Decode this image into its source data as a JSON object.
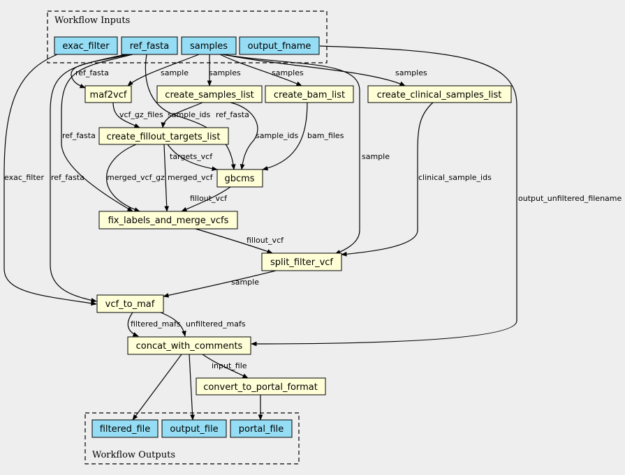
{
  "clusters": {
    "inputs_label": "Workflow Inputs",
    "outputs_label": "Workflow Outputs"
  },
  "nodes": {
    "exac_filter": "exac_filter",
    "ref_fasta": "ref_fasta",
    "samples": "samples",
    "output_fname": "output_fname",
    "maf2vcf": "maf2vcf",
    "create_samples_list": "create_samples_list",
    "create_bam_list": "create_bam_list",
    "create_clinical_samples_list": "create_clinical_samples_list",
    "create_fillout_targets_list": "create_fillout_targets_list",
    "gbcms": "gbcms",
    "fix_labels_and_merge_vcfs": "fix_labels_and_merge_vcfs",
    "split_filter_vcf": "split_filter_vcf",
    "vcf_to_maf": "vcf_to_maf",
    "concat_with_comments": "concat_with_comments",
    "convert_to_portal_format": "convert_to_portal_format",
    "filtered_file": "filtered_file",
    "output_file": "output_file",
    "portal_file": "portal_file"
  },
  "edge_labels": {
    "ref_fasta_maf2vcf": "ref_fasta",
    "samples_maf2vcf": "sample",
    "samples_create_samples_list": "samples",
    "samples_create_bam_list": "samples",
    "samples_create_clinical": "samples",
    "vcf_gz_files": "vcf_gz_files",
    "sample_ids_1": "sample_ids",
    "ref_fasta_gbcms": "ref_fasta",
    "sample_ids_2": "sample_ids",
    "bam_files": "bam_files",
    "ref_fasta_fix": "ref_fasta",
    "exac_filter": "exac_filter",
    "ref_fasta_vcf_to_maf": "ref_fasta",
    "targets_vcf": "targets_vcf",
    "samples_split": "sample",
    "clinical_sample_ids": "clinical_sample_ids",
    "output_unfiltered_filename": "output_unfiltered_filename",
    "merged_vcf_gz": "merged_vcf_gz",
    "merged_vcf": "merged_vcf",
    "fillout_vcf_1": "fillout_vcf",
    "fillout_vcf_2": "fillout_vcf",
    "sample_vcf_to_maf": "sample",
    "filtered_mafs": "filtered_mafs",
    "unfiltered_mafs": "unfiltered_mafs",
    "input_file": "input_file"
  }
}
